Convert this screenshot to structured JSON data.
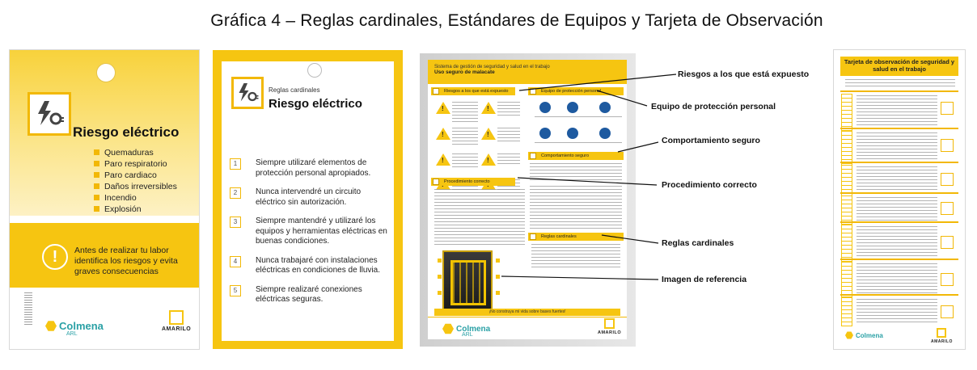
{
  "page": {
    "title": "Gráfica 4 – Reglas cardinales, Estándares de Equipos y Tarjeta de Observación"
  },
  "card1": {
    "title": "Riesgo eléctrico",
    "risks": [
      "Quemaduras",
      "Paro respiratorio",
      "Paro cardiaco",
      "Daños irreversibles",
      "Incendio",
      "Explosión"
    ],
    "warning": "Antes de realizar tu labor identifica los riesgos y evita graves consecuencias",
    "logo_colmena": "Colmena",
    "logo_colmena_sub": "ARL",
    "logo_amarilo": "AMARILO"
  },
  "card2": {
    "subtitle": "Reglas cardinales",
    "title": "Riesgo eléctrico",
    "rules": [
      {
        "num": "1",
        "text": "Siempre utilizaré elementos de protección personal apropiados."
      },
      {
        "num": "2",
        "text": "Nunca intervendré un circuito eléctrico sin autorización."
      },
      {
        "num": "3",
        "text": "Siempre mantendré y utilizaré los equipos y herramientas eléctricas en buenas condiciones."
      },
      {
        "num": "4",
        "text": "Nunca trabajaré con instalaciones eléctricas en condiciones de lluvia."
      },
      {
        "num": "5",
        "text": "Siempre realizaré conexiones eléctricas seguras."
      }
    ]
  },
  "card3": {
    "header_line1": "Sistema de gestión de seguridad y salud en el trabajo",
    "header_line2": "Uso seguro de malacate",
    "sec_riesgos": "Riesgos a los que está expuesto",
    "sec_epp": "Equipo de protección personal",
    "sec_comportamiento": "Comportamiento seguro",
    "sec_procedimiento": "Procedimiento correcto",
    "sec_reglas": "Reglas cardinales",
    "footer": "¡No construya mi vida sobre bases fuertes!",
    "logo_colmena": "Colmena",
    "logo_colmena_sub": "ARL",
    "logo_amarilo": "AMARILO"
  },
  "callouts": {
    "riesgos": "Riesgos a los que está expuesto",
    "epp": "Equipo de protección personal",
    "comportamiento": "Comportamiento seguro",
    "procedimiento": "Procedimiento correcto",
    "reglas": "Reglas cardinales",
    "imagen": "Imagen de referencia"
  },
  "card4": {
    "title": "Tarjeta de observación de seguridad y salud en el trabajo",
    "logo_colmena": "Colmena",
    "logo_amarilo": "AMARILO"
  },
  "colors": {
    "accent": "#f6c511",
    "brand_teal": "#2ba1a6",
    "ppe_blue": "#1e5aa0"
  }
}
